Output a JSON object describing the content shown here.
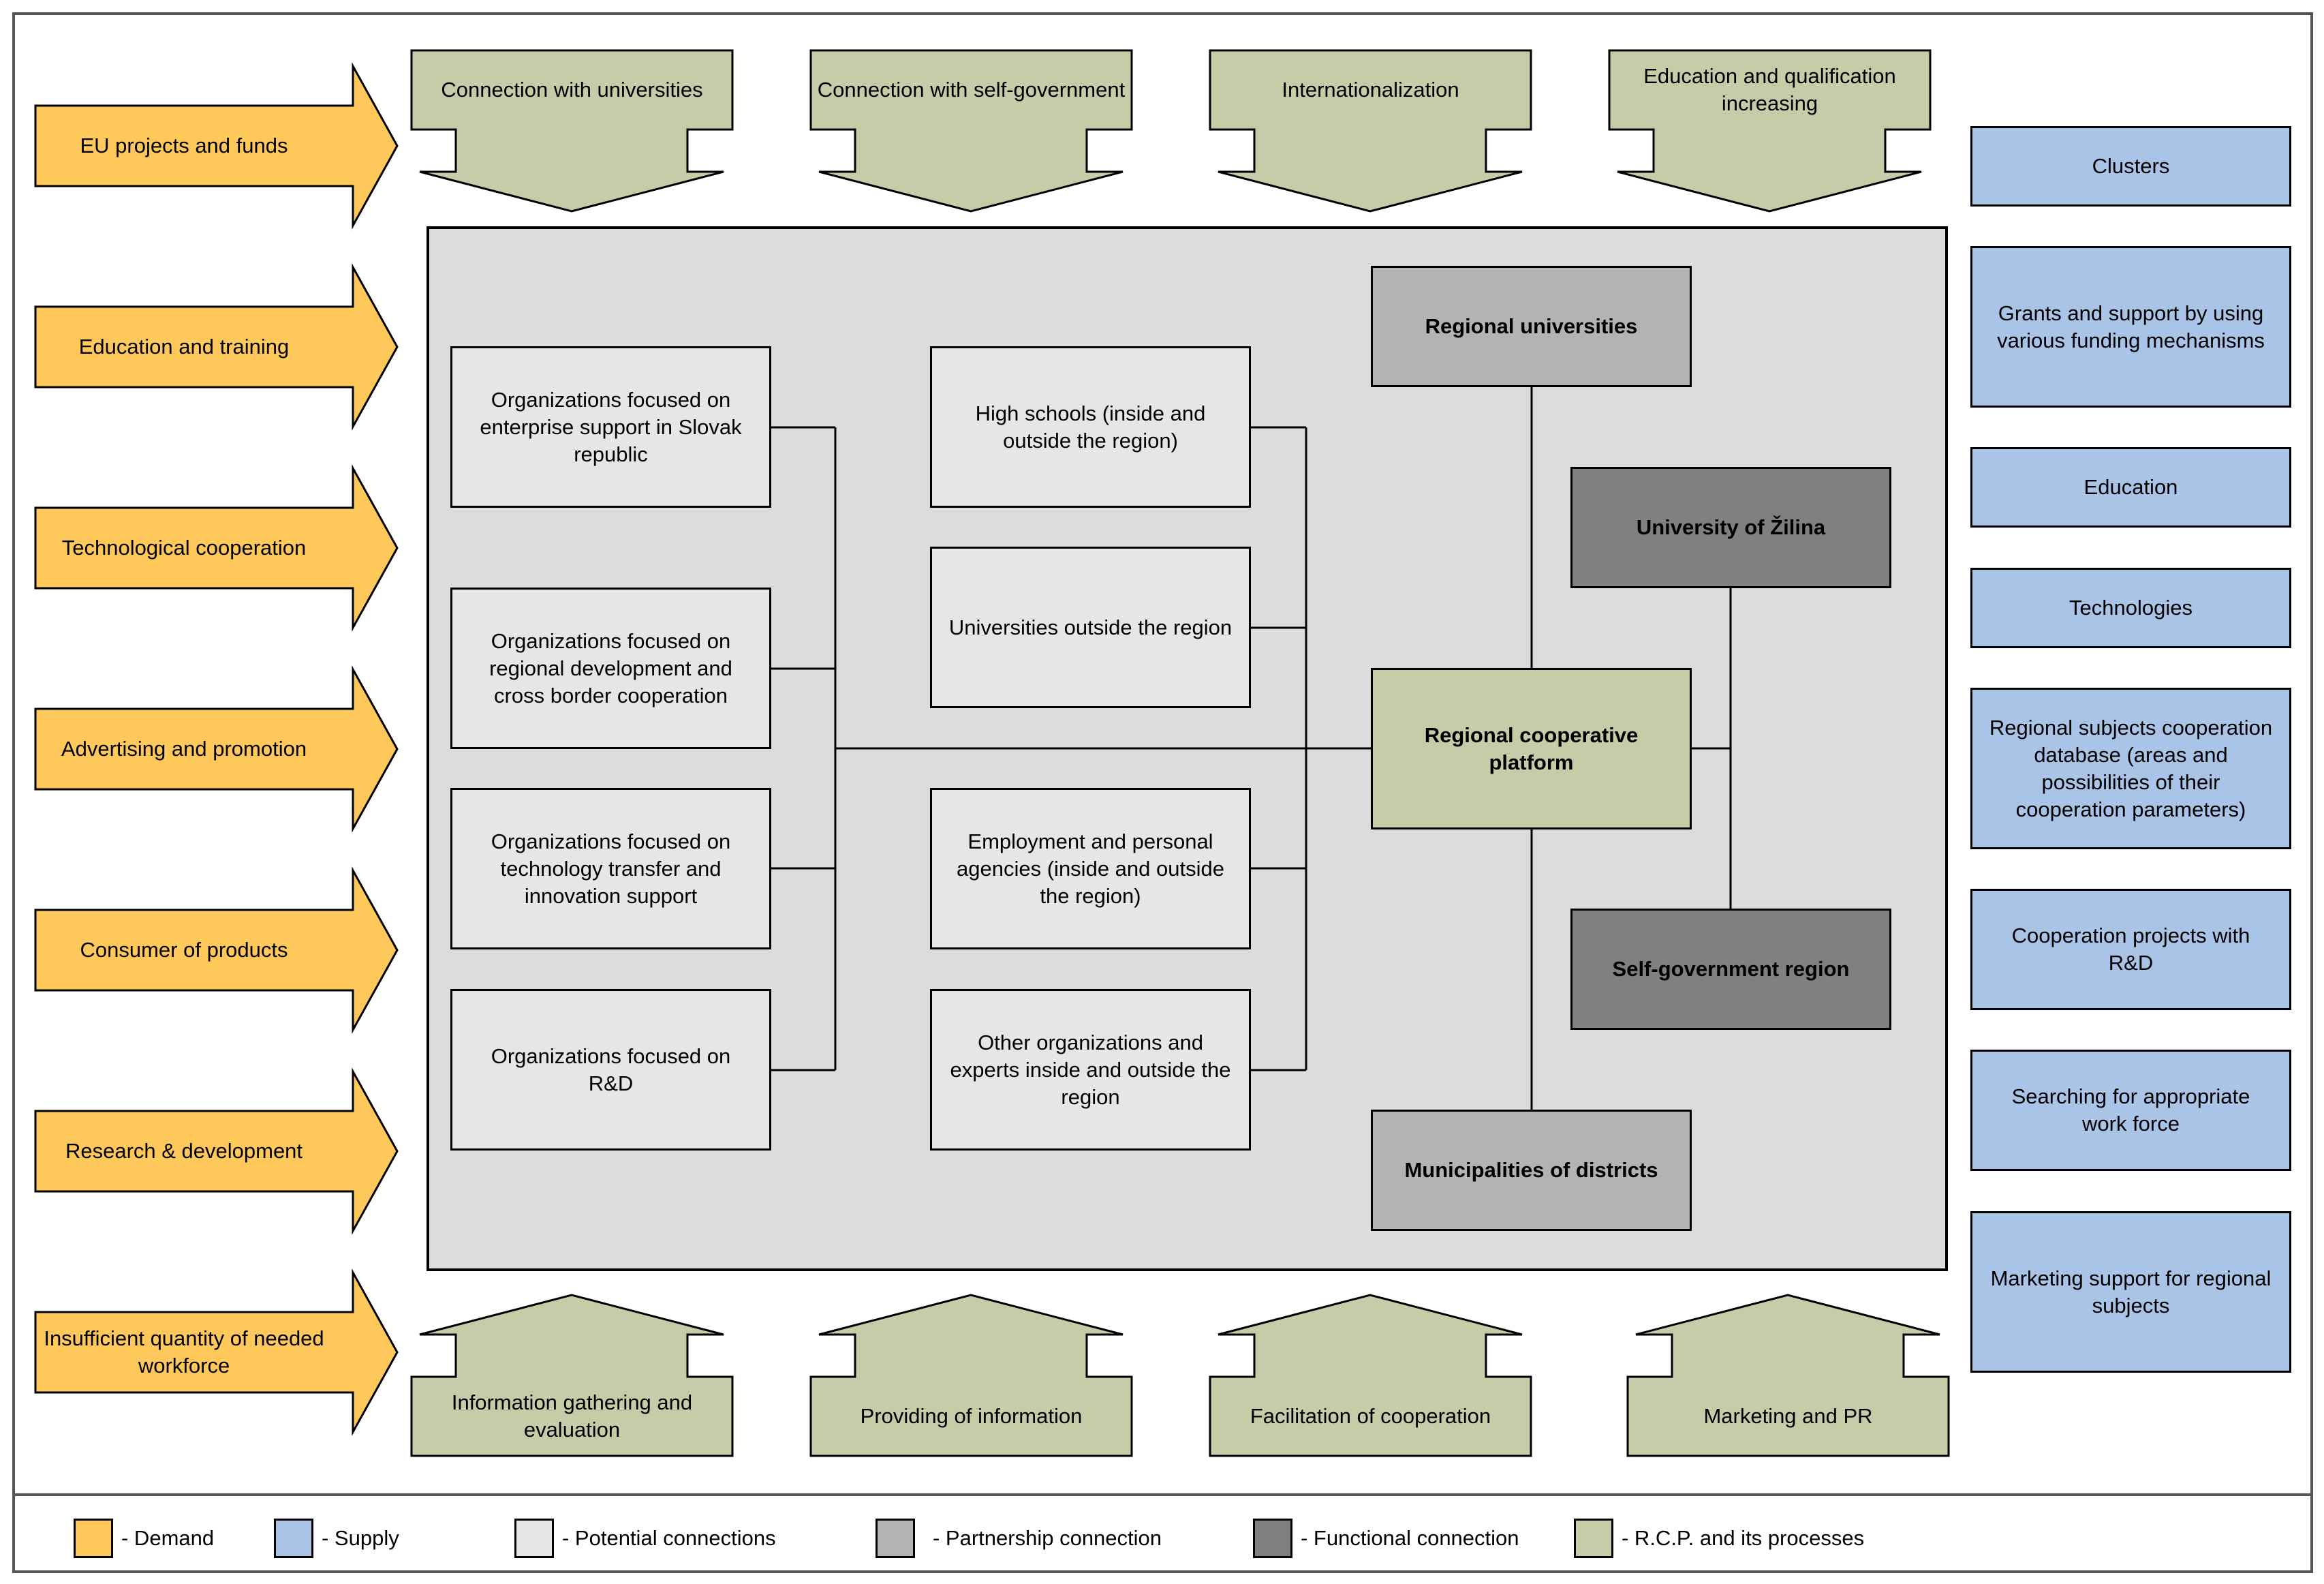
{
  "demand": [
    "EU projects and funds",
    "Education and training",
    "Technological cooperation",
    "Advertising and promotion",
    "Consumer  of products",
    "Research & development",
    "Insufficient quantity of needed workforce"
  ],
  "top_processes": [
    "Connection with universities",
    "Connection with self-government",
    "Internationalization",
    "Education and qualification increasing"
  ],
  "bottom_processes": [
    "Information gathering and evaluation",
    "Providing of information",
    "Facilitation of cooperation",
    "Marketing and PR"
  ],
  "supply": [
    "Clusters",
    "Grants and support by using various funding mechanisms",
    "Education",
    "Technologies",
    "Regional subjects cooperation database (areas and possibilities of their cooperation parameters)",
    "Cooperation projects with R&D",
    "Searching for appropriate work force",
    "Marketing support for regional subjects"
  ],
  "organizations_left": [
    "Organizations focused on enterprise support in Slovak republic",
    "Organizations focused on regional development and cross border cooperation",
    "Organizations focused on technology transfer and innovation support",
    "Organizations focused on R&D"
  ],
  "organizations_middle": [
    "High schools (inside and outside the region)",
    "Universities outside the region",
    "Employment and personal agencies (inside and outside the region)",
    "Other organizations and experts inside and outside the region"
  ],
  "core": {
    "regional_universities": "Regional universities",
    "university_zilina": "University of Žilina",
    "platform": "Regional cooperative platform",
    "self_government": "Self-government region",
    "municipalities": "Municipalities of districts"
  },
  "legend": [
    {
      "label": "- Demand",
      "color": "#ffc85a"
    },
    {
      "label": "- Supply",
      "color": "#a9c4e7"
    },
    {
      "label": "- Potential connections",
      "color": "#e6e6e6"
    },
    {
      "label": "- Partnership connection",
      "color": "#b3b3b3"
    },
    {
      "label": "- Functional connection",
      "color": "#808080"
    },
    {
      "label": "- R.C.P. and its processes",
      "color": "#c4cda8"
    }
  ],
  "colors": {
    "demand": "#ffc85a",
    "supply": "#a9c4e7",
    "potential": "#e6e6e6",
    "partnership": "#b3b3b3",
    "functional": "#808080",
    "platform": "#c4cda8"
  }
}
